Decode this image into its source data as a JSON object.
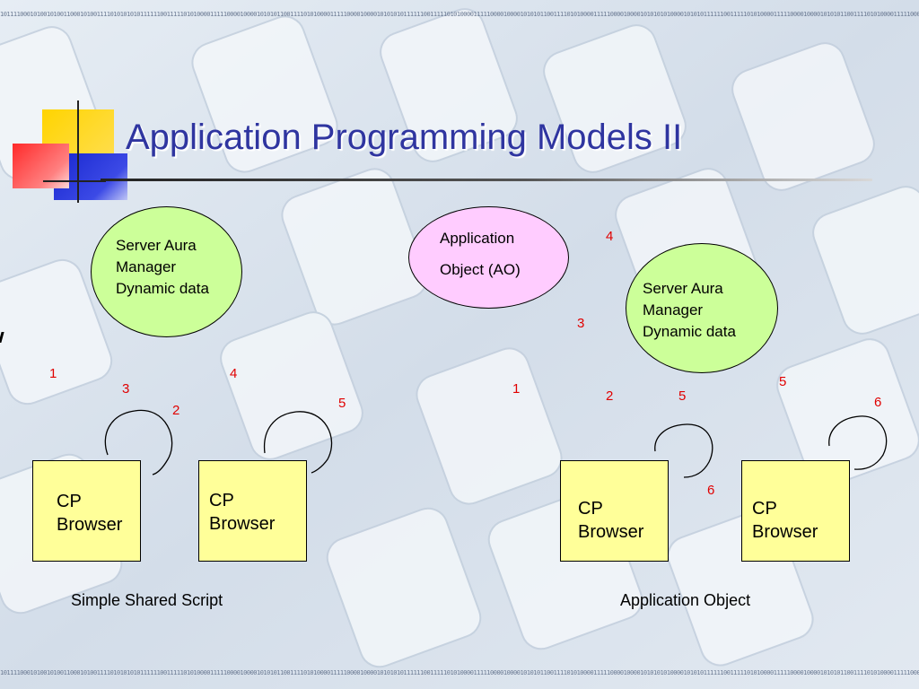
{
  "slide": {
    "title": "Application Programming Models II",
    "binary_strip": "10111100010100101001100010100111101010101011111100111110101000011111000010000101010110011110101000011111000010000101010101111110011111010100001111100001000010101011001111010100001111100001000010101010100001010101111110011111010100001111100001000010101011001111010100001111100001000010101010"
  },
  "left_diagram": {
    "server_oval": "Server Aura\nManager\nDynamic data",
    "browser_a": "CP\nBrowser",
    "browser_b": "CP\nBrowser",
    "steps": {
      "s1": "1",
      "s2": "2",
      "s3": "3",
      "s4": "4",
      "s5": "5"
    },
    "caption": "Simple Shared Script"
  },
  "right_diagram": {
    "ao_oval": "Application\nObject (AO)",
    "server_oval": "Server Aura\nManager\nDynamic data",
    "browser_a": "CP\nBrowser",
    "browser_b": "CP\nBrowser",
    "steps": {
      "s1": "1",
      "s2": "2",
      "s3": "3",
      "s4": "4",
      "s5a": "5",
      "s5b": "5",
      "s6a": "6",
      "s6b": "6"
    },
    "caption": "Application Object"
  },
  "colors": {
    "title": "#2f35a0",
    "server_oval_fill": "#ccff99",
    "ao_oval_fill": "#ffccff",
    "browser_fill": "#ffff99",
    "step_number": "#e00000",
    "deco_yellow": "#ffcc00",
    "deco_red": "#ff3333",
    "deco_blue": "#2a36d6"
  }
}
